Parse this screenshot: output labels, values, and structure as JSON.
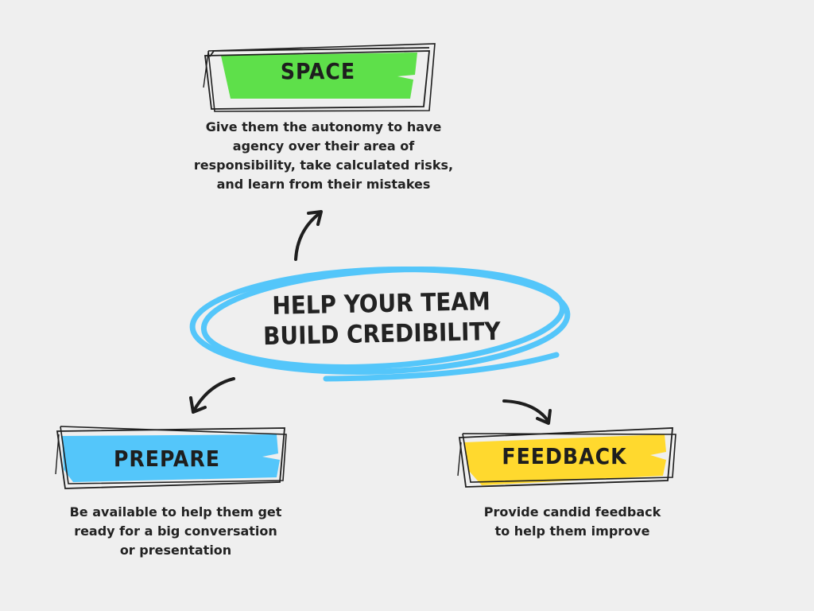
{
  "center": {
    "line1": "HELP YOUR TEAM",
    "line2": "BUILD CREDIBILITY"
  },
  "nodes": {
    "space": {
      "label": "SPACE",
      "color": "#5ee04a",
      "description": [
        "Give them the autonomy to have",
        "agency over their area of",
        "responsibility, take calculated risks,",
        "and learn from their mistakes"
      ]
    },
    "prepare": {
      "label": "PREPARE",
      "color": "#54c6fa",
      "description": [
        "Be available to help them get",
        "ready for a big conversation",
        "or presentation"
      ]
    },
    "feedback": {
      "label": "FEEDBACK",
      "color": "#ffd92e",
      "description": [
        "Provide candid feedback",
        "to help them improve"
      ]
    }
  },
  "colors": {
    "ellipse": "#54c6fa",
    "ink": "#1e1e1e",
    "background": "#efefef"
  },
  "icons": [
    "arrow-up-right-icon",
    "arrow-down-left-icon",
    "arrow-down-right-icon"
  ]
}
